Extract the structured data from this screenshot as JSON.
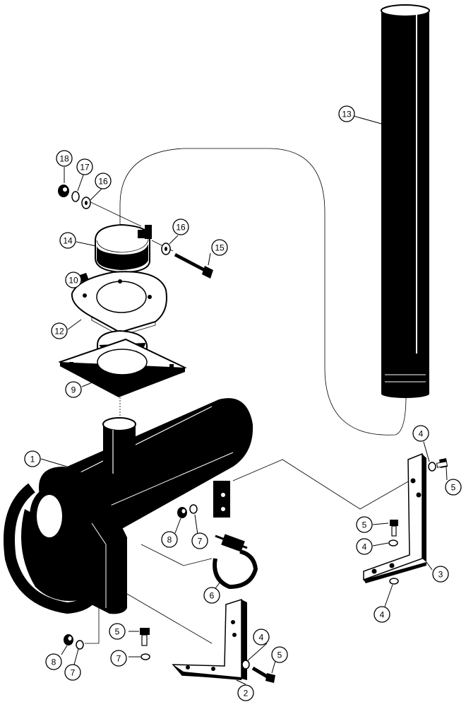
{
  "diagram": {
    "colors": {
      "line": "#000000",
      "fill": "#000000",
      "background": "#ffffff"
    },
    "callouts": [
      {
        "id": "c18",
        "label": "18"
      },
      {
        "id": "c17",
        "label": "17"
      },
      {
        "id": "c16a",
        "label": "16"
      },
      {
        "id": "c16b",
        "label": "16"
      },
      {
        "id": "c15",
        "label": "15"
      },
      {
        "id": "c14",
        "label": "14"
      },
      {
        "id": "c13",
        "label": "13"
      },
      {
        "id": "c12",
        "label": "12"
      },
      {
        "id": "c10",
        "label": "10"
      },
      {
        "id": "c9",
        "label": "9"
      },
      {
        "id": "c1",
        "label": "1"
      },
      {
        "id": "c8a",
        "label": "8"
      },
      {
        "id": "c7a",
        "label": "7"
      },
      {
        "id": "c6",
        "label": "6"
      },
      {
        "id": "c4a",
        "label": "4"
      },
      {
        "id": "c5a",
        "label": "5"
      },
      {
        "id": "c5b",
        "label": "5"
      },
      {
        "id": "c4b",
        "label": "4"
      },
      {
        "id": "c3",
        "label": "3"
      },
      {
        "id": "c4c",
        "label": "4"
      },
      {
        "id": "c5c",
        "label": "5"
      },
      {
        "id": "c7b",
        "label": "7"
      },
      {
        "id": "c8b",
        "label": "8"
      },
      {
        "id": "c7c",
        "label": "7"
      },
      {
        "id": "c4d",
        "label": "4"
      },
      {
        "id": "c5d",
        "label": "5"
      },
      {
        "id": "c2",
        "label": "2"
      }
    ]
  }
}
